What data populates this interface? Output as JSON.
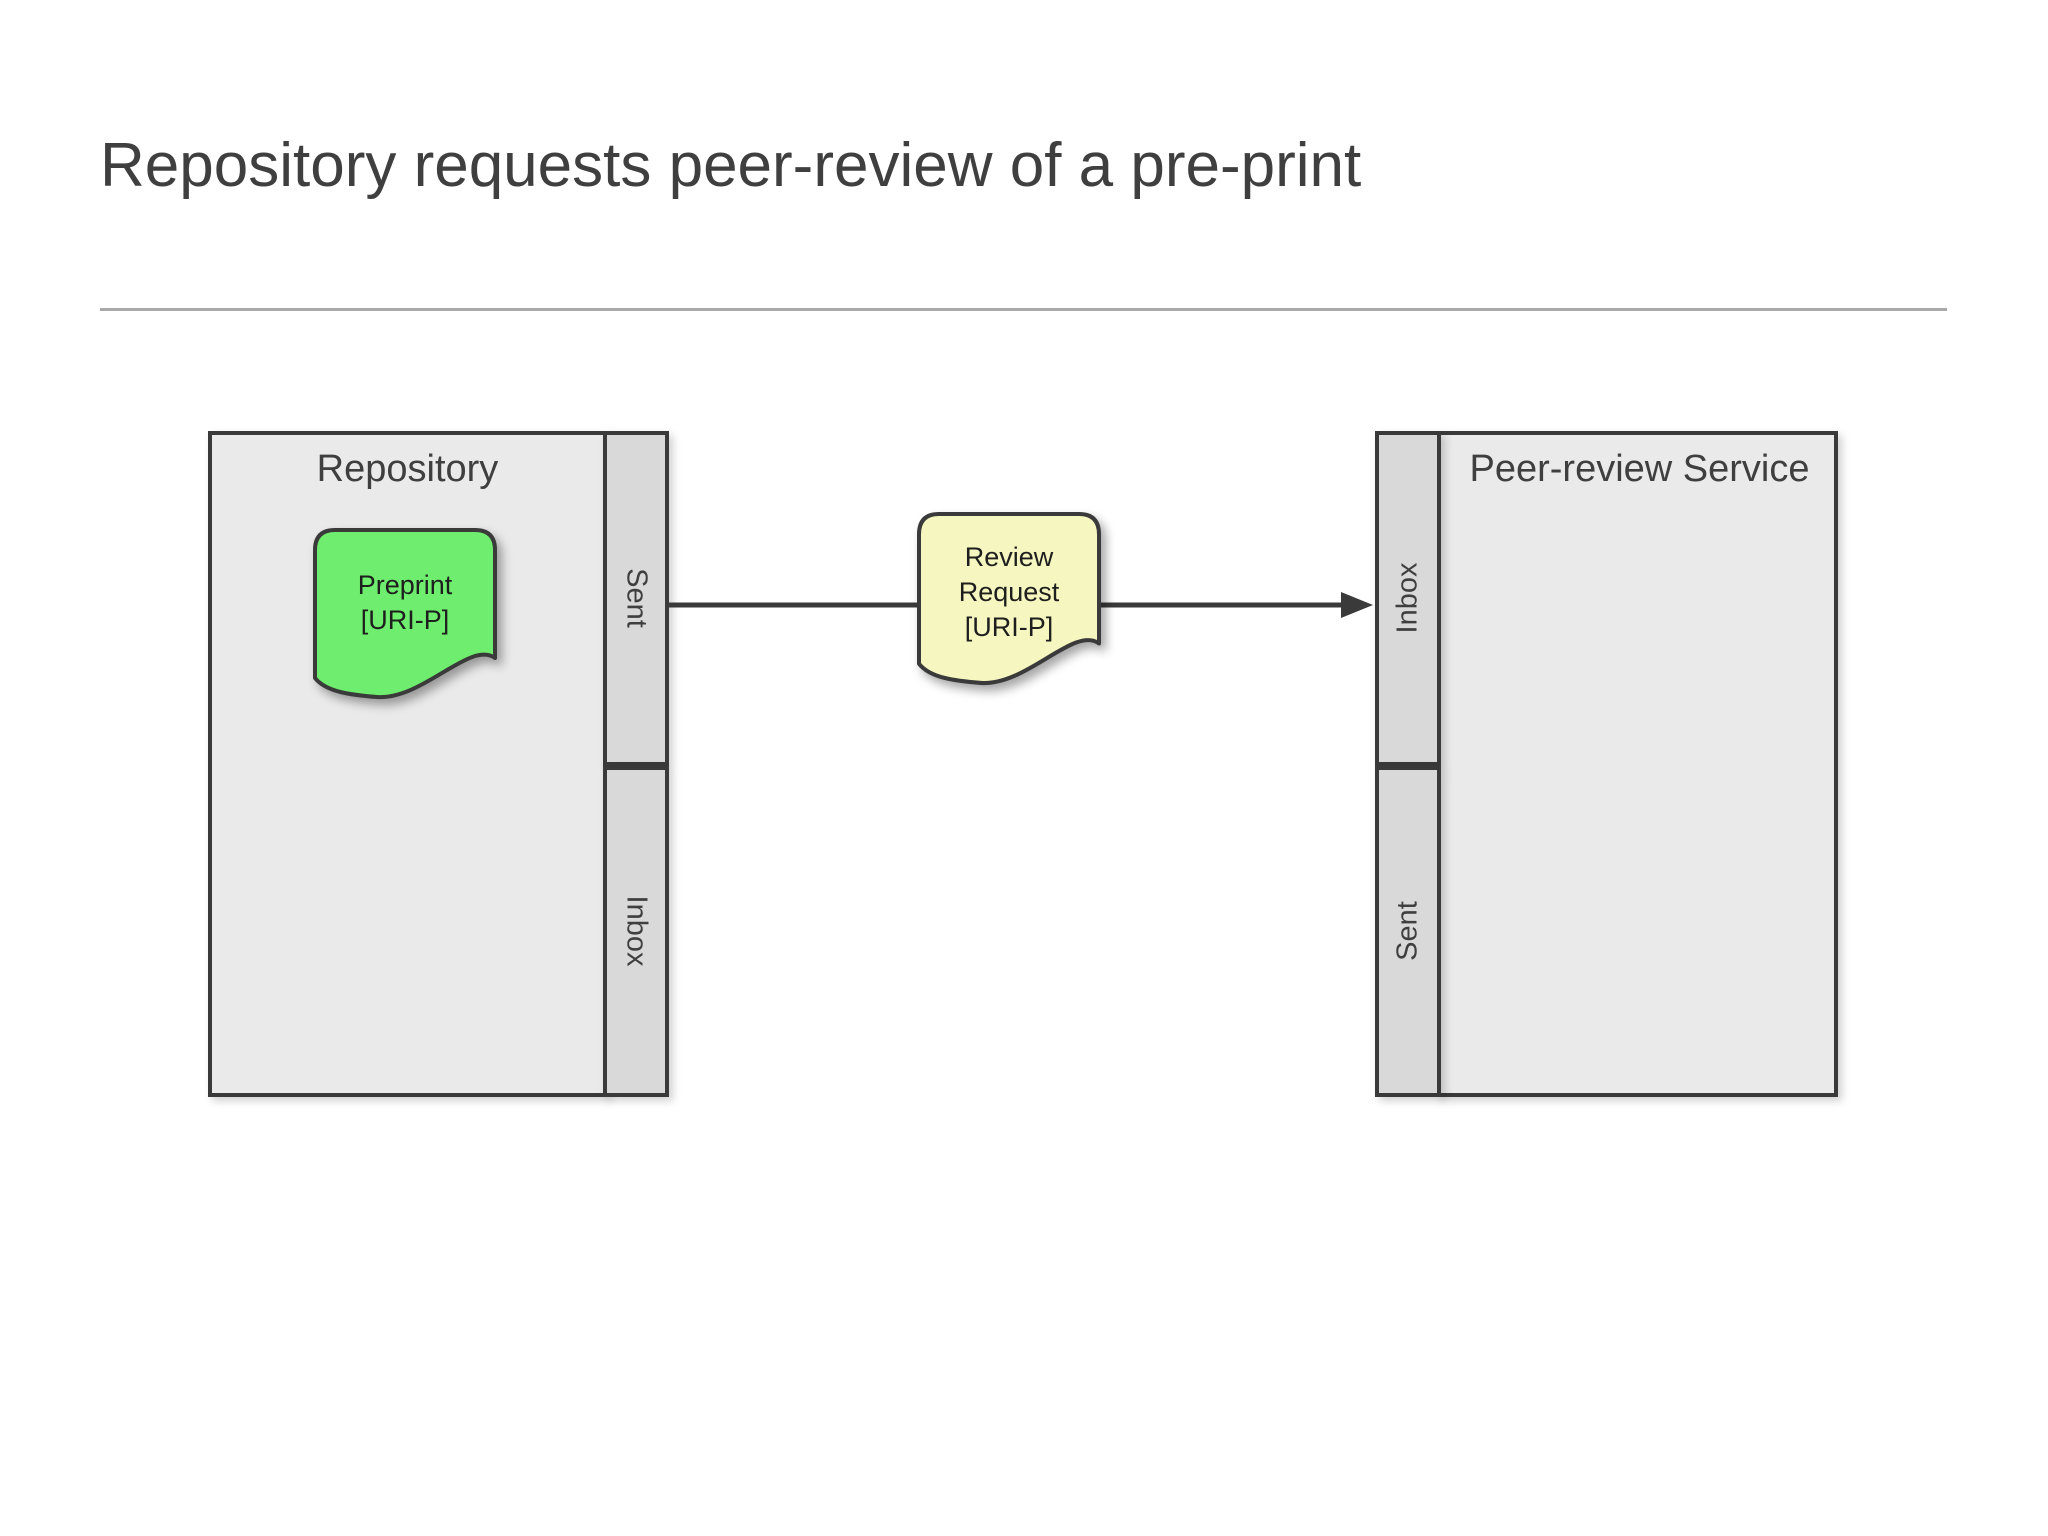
{
  "slide": {
    "title": "Repository requests peer-review of a pre-print"
  },
  "repository": {
    "title": "Repository",
    "sent_label": "Sent",
    "inbox_label": "Inbox",
    "preprint_note": {
      "line1": "Preprint",
      "line2": "[URI-P]"
    }
  },
  "peer_review_service": {
    "title": "Peer-review Service",
    "inbox_label": "Inbox",
    "sent_label": "Sent"
  },
  "message_note": {
    "line1": "Review",
    "line2": "Request",
    "line3": "[URI-P]"
  },
  "colors": {
    "note_green": "#6eed6e",
    "note_yellow": "#f6f6c0",
    "box_fill": "#eaeaea",
    "column_fill": "#d9d9d9",
    "border": "#3a3a3a",
    "text_dark": "#3f3f3f",
    "note_text": "#1e1e1e",
    "rule": "#a9a9a9",
    "arrow": "#3a3a3a"
  }
}
